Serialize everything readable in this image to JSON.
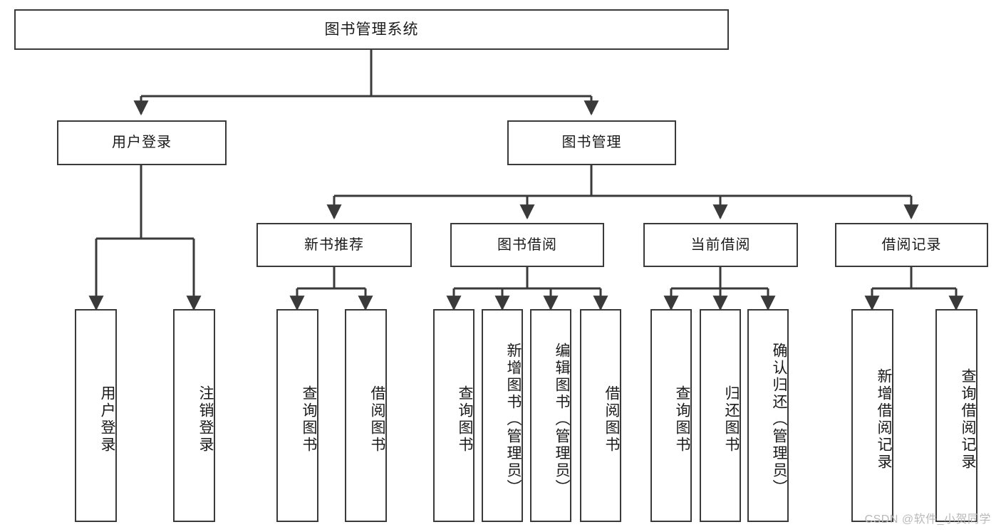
{
  "diagram": {
    "type": "tree-hierarchy",
    "title": "图书管理系统",
    "style": {
      "box_fill": "#ffffff",
      "box_stroke": "#3a3a3a",
      "connector_color": "#3a3a3a",
      "text_color": "#1a1a1a",
      "background": "#ffffff"
    },
    "levels": {
      "root": {
        "label": "图书管理系统"
      },
      "level2": [
        {
          "id": "user-login",
          "label": "用户登录"
        },
        {
          "id": "book-manage",
          "label": "图书管理"
        }
      ],
      "level3": [
        {
          "id": "new-book-rec",
          "label": "新书推荐",
          "parent": "book-manage"
        },
        {
          "id": "book-borrow",
          "label": "图书借阅",
          "parent": "book-manage"
        },
        {
          "id": "current-borrow",
          "label": "当前借阅",
          "parent": "book-manage"
        },
        {
          "id": "borrow-record",
          "label": "借阅记录",
          "parent": "book-manage"
        }
      ],
      "leaves": [
        {
          "id": "leaf-user-login",
          "label": "用户登录",
          "parent": "user-login"
        },
        {
          "id": "leaf-logout",
          "label": "注销登录",
          "parent": "user-login"
        },
        {
          "id": "leaf-query-book-1",
          "label": "查询图书",
          "parent": "new-book-rec"
        },
        {
          "id": "leaf-borrow-book-1",
          "label": "借阅图书",
          "parent": "new-book-rec"
        },
        {
          "id": "leaf-query-book-2",
          "label": "查询图书",
          "parent": "book-borrow"
        },
        {
          "id": "leaf-add-book",
          "label": "新增图书（管理员）",
          "parent": "book-borrow"
        },
        {
          "id": "leaf-edit-book",
          "label": "编辑图书（管理员）",
          "parent": "book-borrow"
        },
        {
          "id": "leaf-borrow-book-2",
          "label": "借阅图书",
          "parent": "book-borrow"
        },
        {
          "id": "leaf-query-book-3",
          "label": "查询图书",
          "parent": "current-borrow"
        },
        {
          "id": "leaf-return-book",
          "label": "归还图书",
          "parent": "current-borrow"
        },
        {
          "id": "leaf-confirm-return",
          "label": "确认归还（管理员）",
          "parent": "current-borrow"
        },
        {
          "id": "leaf-add-record",
          "label": "新增借阅记录",
          "parent": "borrow-record"
        },
        {
          "id": "leaf-query-record",
          "label": "查询借阅记录",
          "parent": "borrow-record"
        }
      ]
    }
  },
  "watermark": {
    "text": "CSDN @软件_小贺同学"
  }
}
